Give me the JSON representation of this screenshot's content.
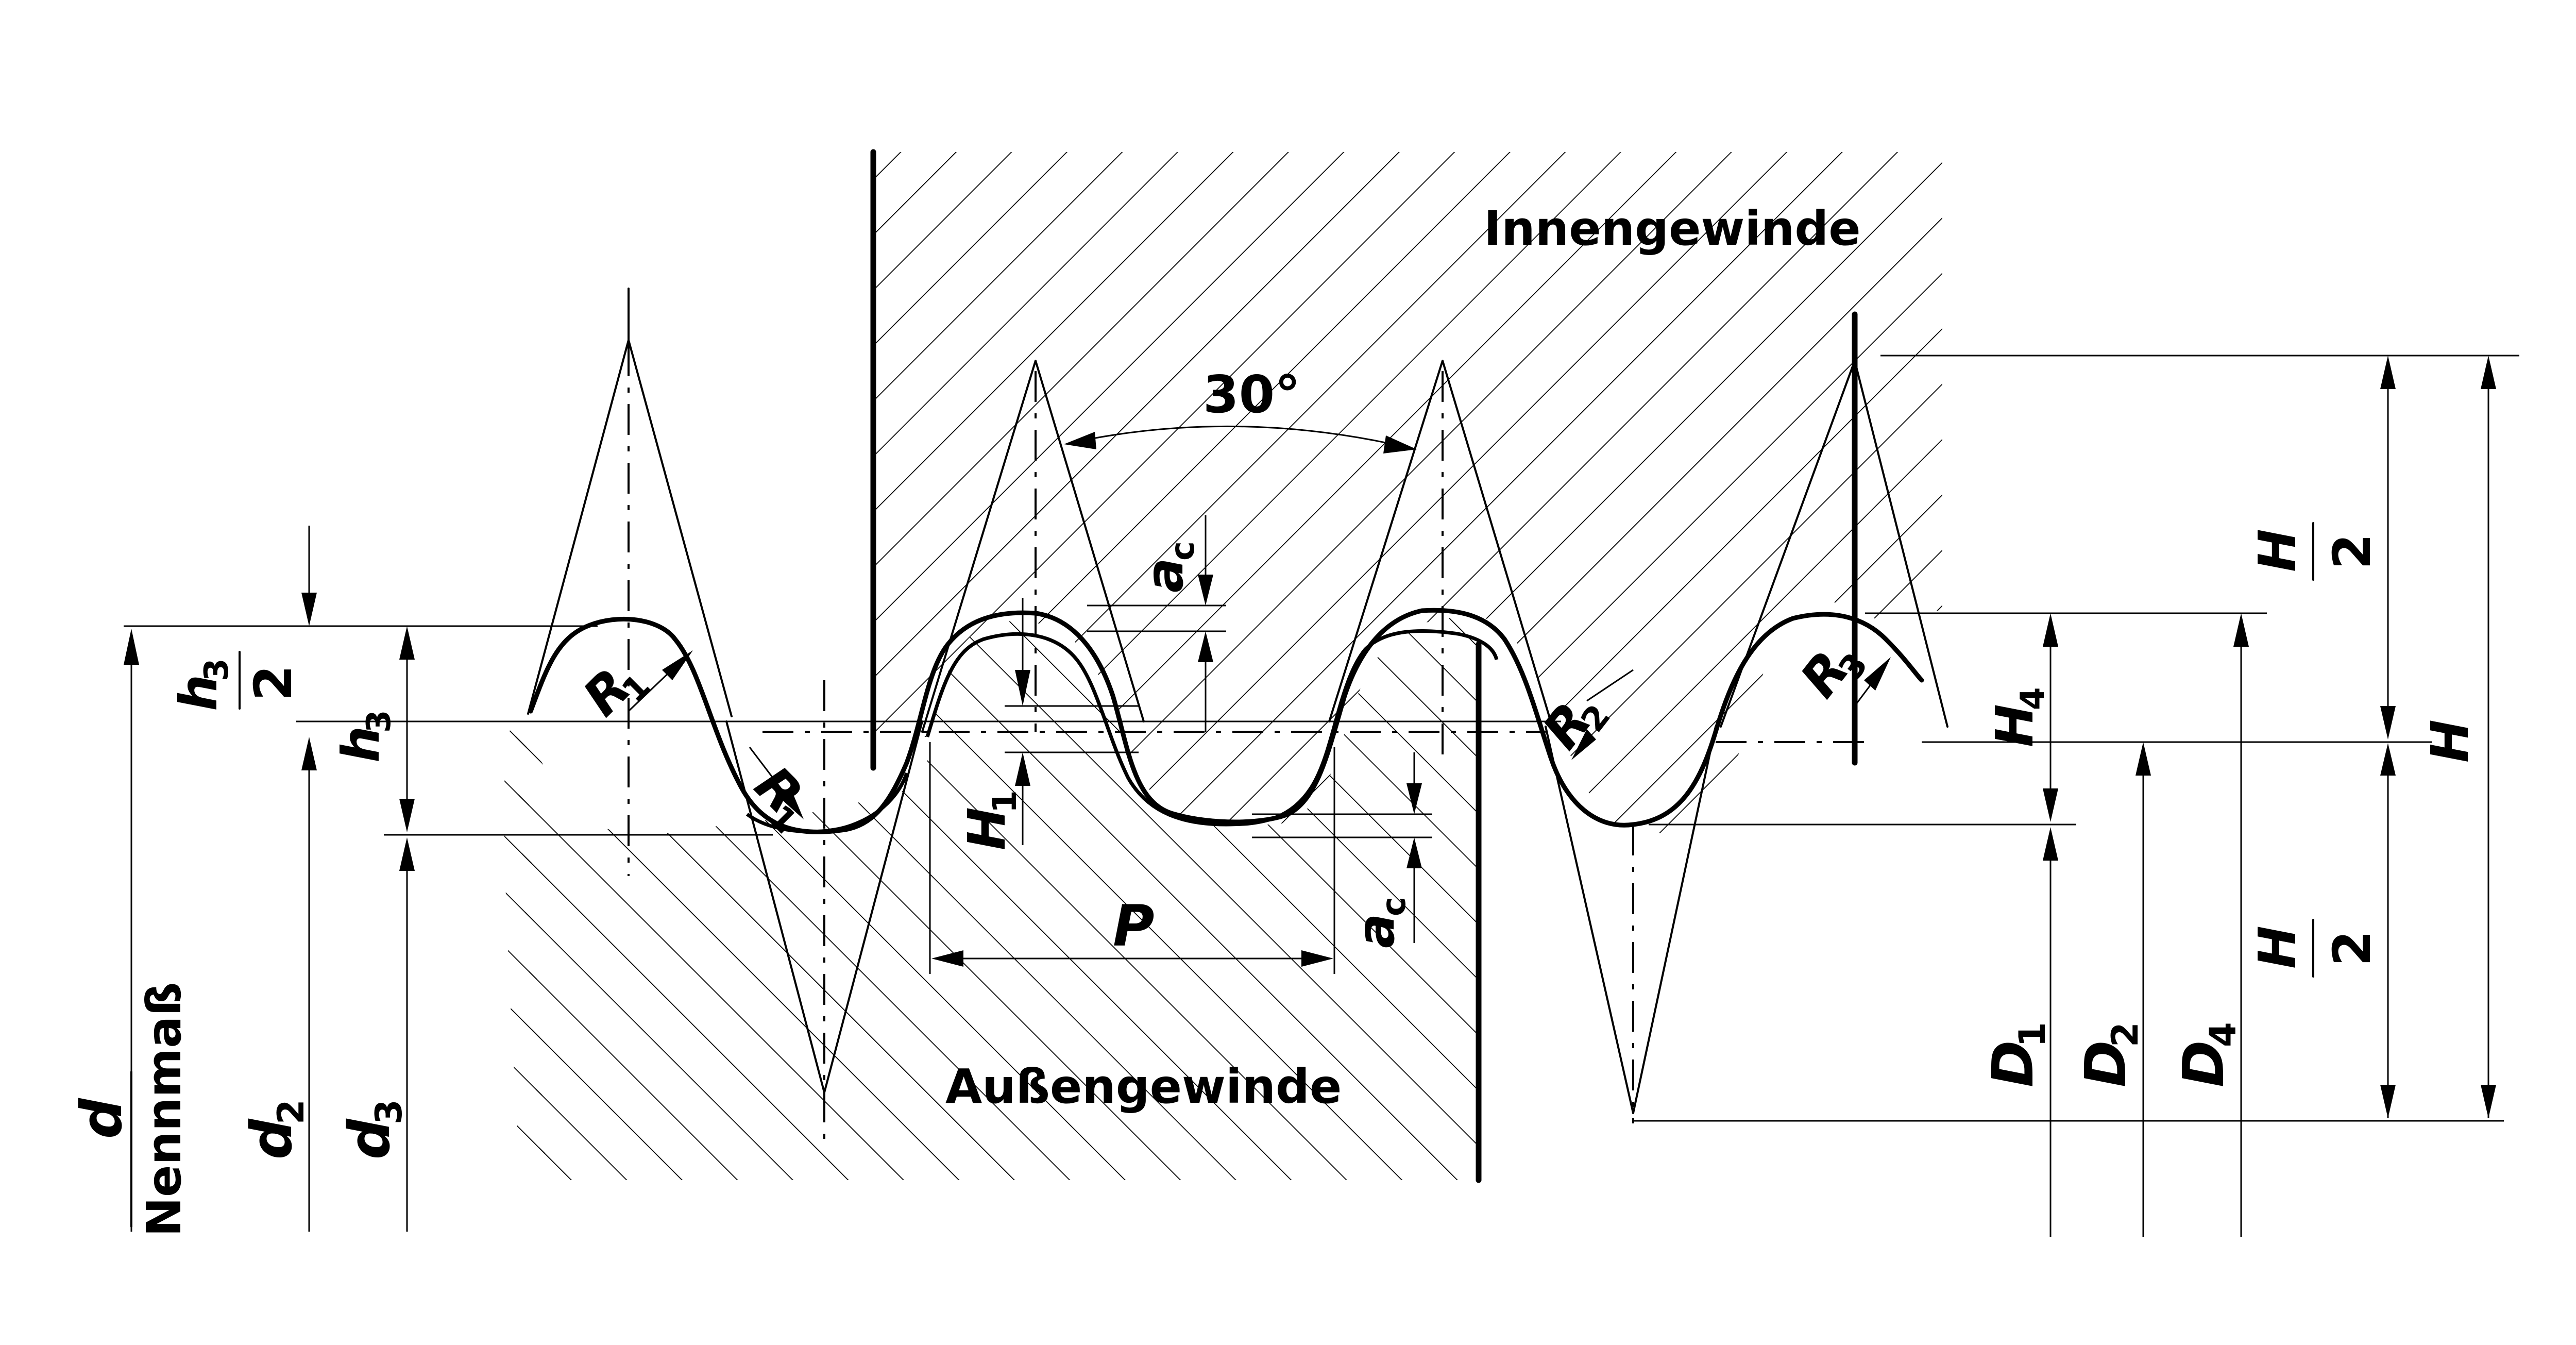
{
  "labels": {
    "inner_thread": "Innengewinde",
    "outer_thread": "Außengewinde",
    "angle": "30°",
    "pitch": "P",
    "d": "d",
    "nominal": "Nennmaß",
    "d2_main": "d",
    "d2_sub": "2",
    "d3_main": "d",
    "d3_sub": "3",
    "h3_main": "h",
    "h3_sub": "3",
    "h3half_main": "h",
    "h3half_sub": "3",
    "h3half_den": "2",
    "R1_main": "R",
    "R1_sub": "1",
    "R2_main": "R",
    "R2_sub": "2",
    "R3_main": "R",
    "R3_sub": "3",
    "H1_main": "H",
    "H1_sub": "1",
    "H4_main": "H",
    "H4_sub": "4",
    "ac_main": "a",
    "ac_sub": "c",
    "D1_main": "D",
    "D1_sub": "1",
    "D2_main": "D",
    "D2_sub": "2",
    "D4_main": "D",
    "D4_sub": "4",
    "H": "H",
    "H_half_num": "H",
    "H_half_den": "2"
  }
}
